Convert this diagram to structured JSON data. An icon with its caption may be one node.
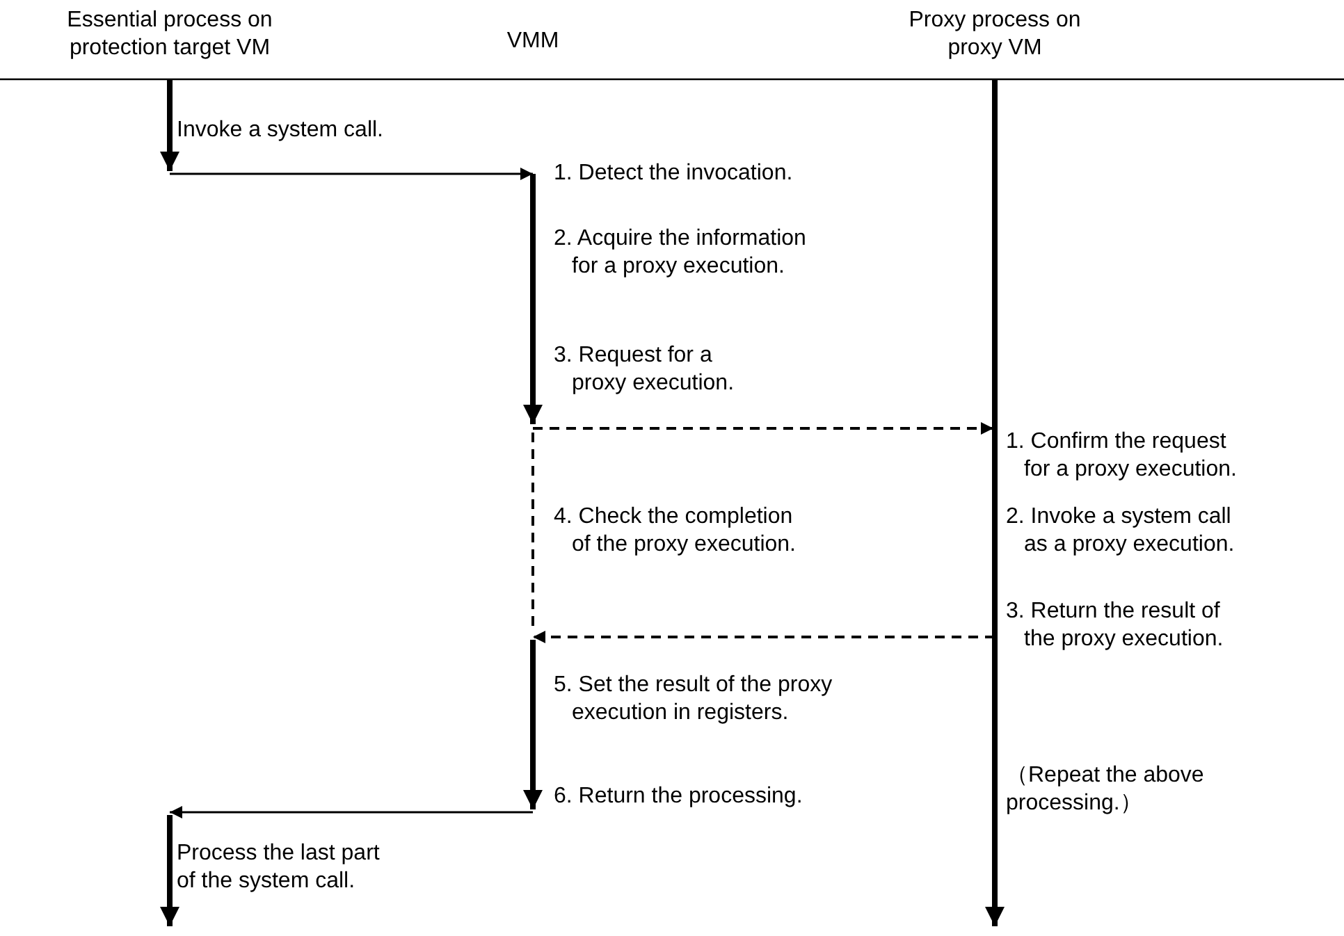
{
  "diagram": {
    "nodes": [
      {
        "text": [
          "Essential process on protection target VM"
        ]
      },
      {
        "text": [
          "VMM"
        ]
      },
      {
        "text": [
          "Proxy process on proxy VM"
        ]
      },
      {
        "text": [
          "Invoke a system call."
        ]
      },
      {
        "text": [
          "1. Detect the invocation."
        ]
      },
      {
        "text": [
          "2. Acquire the information for a proxy execution."
        ]
      },
      {
        "text": [
          "3. Request for a proxy execution."
        ]
      },
      {
        "text": [
          "1. Confirm the request for a proxy execution."
        ]
      },
      {
        "text": [
          "4. Check the completion of the proxy execution."
        ]
      },
      {
        "text": [
          "2. Invoke a system call as a proxy execution."
        ]
      },
      {
        "text": [
          "3. Return the result of the proxy execution."
        ]
      },
      {
        "text": [
          "5. Set the result of the proxy execution in registers."
        ]
      },
      {
        "text": [
          "6. Return the processing."
        ]
      },
      {
        "text": [
          "（Repeat the above processing.）"
        ]
      },
      {
        "text": [
          "Process the last part of the system call."
        ]
      }
    ],
    "edges": [
      {
        "from": 0,
        "to": 3,
        "arrow": "to",
        "style": "thick"
      },
      {
        "from": 3,
        "to": 4,
        "arrow": "to"
      },
      {
        "from": 4,
        "to": 6,
        "arrow": "to",
        "style": "thick"
      },
      {
        "from": 6,
        "to": 7,
        "arrow": "to",
        "style": "dashed"
      },
      {
        "from": 6,
        "to": null,
        "arrow": "none",
        "style": "dashed"
      },
      {
        "from": 10,
        "to": 11,
        "arrow": "to",
        "style": "dashed"
      },
      {
        "from": null,
        "to": 12,
        "arrow": "to",
        "style": "thick"
      },
      {
        "from": 12,
        "to": 14,
        "arrow": "to"
      },
      {
        "from": null,
        "to": 14,
        "arrow": "to",
        "style": "thick"
      },
      {
        "from": 2,
        "to": null,
        "arrow": "to",
        "style": "thick"
      }
    ]
  }
}
